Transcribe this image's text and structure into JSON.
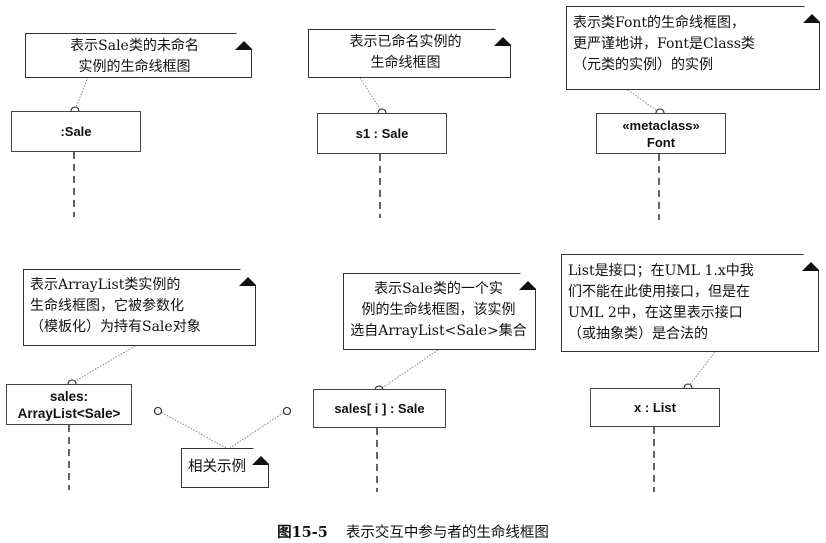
{
  "figure": {
    "number": "图15-5",
    "title": "表示交互中参与者的生命线框图"
  },
  "lifelines": [
    {
      "id": "unnamed-sale",
      "lines": [
        ":Sale"
      ],
      "note": [
        "表示Sale类的未命名",
        "实例的生命线框图"
      ]
    },
    {
      "id": "named-sale",
      "lines": [
        "s1 : Sale"
      ],
      "note": [
        "表示已命名实例的",
        "生命线框图"
      ]
    },
    {
      "id": "metaclass-font",
      "lines": [
        "«metaclass»",
        "Font"
      ],
      "note": [
        "表示类Font的生命线框图，",
        "更严谨地讲，Font是Class类",
        "（元类的实例）的实例"
      ]
    },
    {
      "id": "sales-arraylist",
      "lines": [
        "sales:",
        "ArrayList<Sale>"
      ],
      "note": [
        "表示ArrayList类实例的",
        "生命线框图，它被参数化",
        "（模板化）为持有Sale对象"
      ]
    },
    {
      "id": "sales-element",
      "lines": [
        "sales[ i ] : Sale"
      ],
      "note": [
        "表示Sale类的一个实",
        "例的生命线框图，该实例",
        "选自ArrayList<Sale>集合"
      ]
    },
    {
      "id": "list-interface",
      "lines": [
        "x : List"
      ],
      "note": [
        "List是接口；在UML 1.x中我",
        "们不能在此使用接口，但是在",
        "UML 2中，在这里表示接口",
        "（或抽象类）是合法的"
      ]
    }
  ],
  "related_note": {
    "text": "相关示例"
  }
}
